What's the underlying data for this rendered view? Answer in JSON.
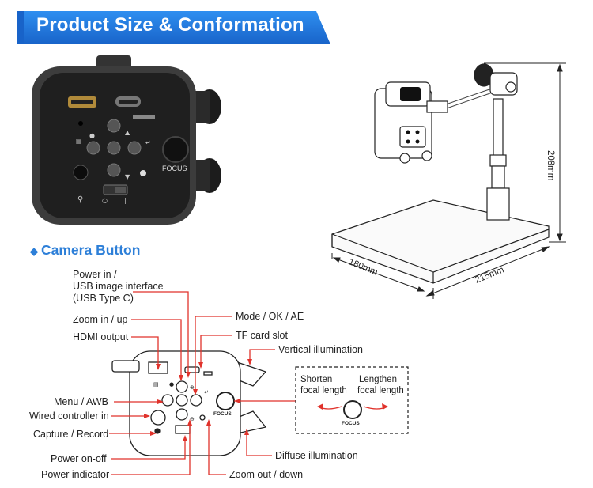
{
  "header": {
    "title": "Product Size & Conformation"
  },
  "section": {
    "title": "Camera Button"
  },
  "camera_front": {
    "focus_label": "FOCUS"
  },
  "dimensions": {
    "height": "208mm",
    "depth": "180mm",
    "width": "215mm"
  },
  "labels": {
    "power_in": "Power in /",
    "usb_interface": "USB image interface",
    "usb_type": "(USB Type C)",
    "zoom_in": "Zoom in / up",
    "hdmi_output": "HDMI output",
    "menu_awb": "Menu / AWB",
    "wired_controller": "Wired controller in",
    "capture_record": "Capture / Record",
    "power_onoff": "Power on-off",
    "power_indicator": "Power indicator",
    "mode_ok_ae": "Mode / OK / AE",
    "tf_card": "TF card slot",
    "vertical_illum": "Vertical illumination",
    "diffuse_illum": "Diffuse illumination",
    "zoom_out": "Zoom out / down",
    "shorten_1": "Shorten",
    "shorten_2": "focal length",
    "lengthen_1": "Lengthen",
    "lengthen_2": "focal length",
    "focus_small": "FOCUS",
    "diagram_focus": "FOCUS"
  },
  "colors": {
    "accent": "#1e6fd9",
    "arrow": "#e0322b",
    "device": "#2a2a2a"
  }
}
